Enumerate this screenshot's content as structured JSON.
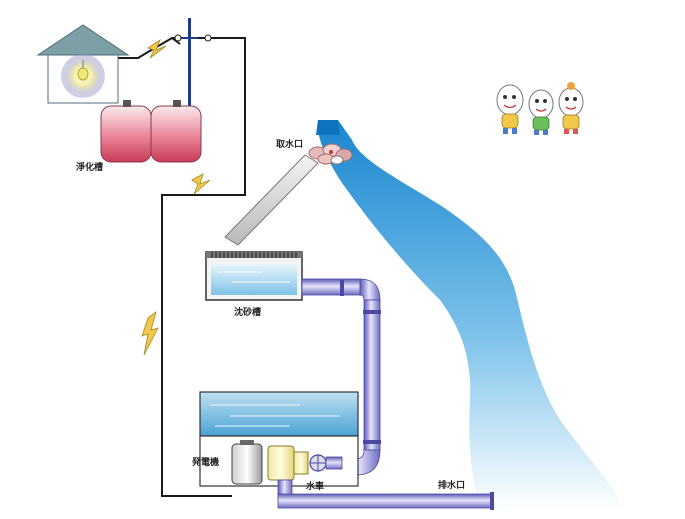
{
  "labels": {
    "purifier_tank": "淨化槽",
    "intake": "取水口",
    "sediment_tank": "沈砂槽",
    "generator": "発電機",
    "turbine": "水車",
    "outlet": "排水口"
  },
  "colors": {
    "wire": "#1a1a1a",
    "water_light": "#e8f4fb",
    "water_deep": "#1e8fd6",
    "pipe": "#7a78c8",
    "pipe_highlight": "#d9d7f5",
    "tank_red": "#d9536b",
    "tank_light": "#f7e4e8",
    "lightning": "#f2c84b"
  },
  "icons": [
    "house-icon",
    "light-bulb-icon",
    "lightning-icon",
    "mascot-characters-icon",
    "rocks-icon"
  ]
}
